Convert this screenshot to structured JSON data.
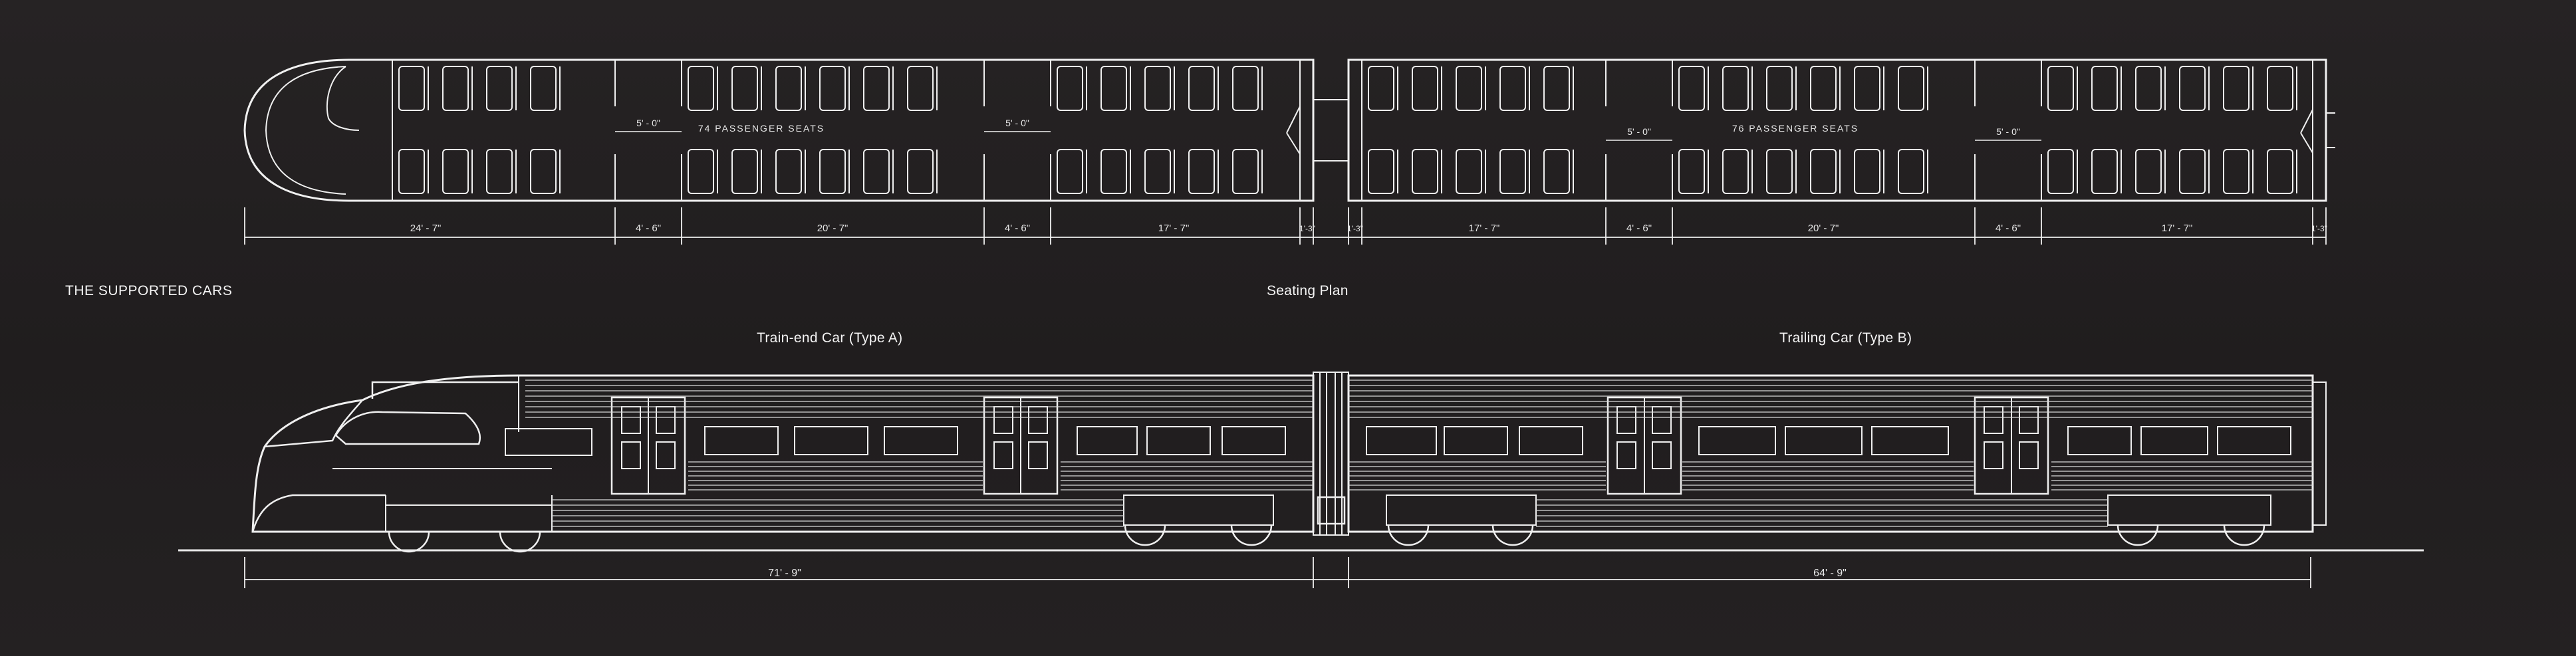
{
  "side_title": "THE SUPPORTED CARS",
  "plan_title": "Seating Plan",
  "car_a_title": "Train-end Car (Type A)",
  "car_b_title": "Trailing Car (Type B)",
  "car_a_seats": "74 PASSENGER SEATS",
  "car_b_seats": "76 PASSENGER SEATS",
  "plan_dims_a": [
    "24' - 7\"",
    "4' - 6\"",
    "20' - 7\"",
    "4' - 6\"",
    "17' - 7\""
  ],
  "plan_dims_mid": [
    "1'-3\"",
    "1'-3\""
  ],
  "plan_dims_b": [
    "17' - 7\"",
    "4' - 6\"",
    "20' - 7\"",
    "4' - 6\"",
    "17' - 7\""
  ],
  "plan_dims_end": "1'-3\"",
  "vestibule_dims": [
    "5' - 0\"",
    "5' - 0\"",
    "5' - 0\"",
    "5' - 0\""
  ],
  "elev_dim_a": "71' - 9\"",
  "elev_dim_b": "64' - 9\"",
  "colors": {
    "background": "#221f20",
    "line": "#f2f2f2"
  }
}
